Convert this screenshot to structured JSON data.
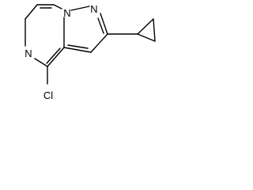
{
  "structure": {
    "atoms": [
      {
        "id": "N1",
        "label": "N"
      },
      {
        "id": "N2",
        "label": "N"
      },
      {
        "id": "N5",
        "label": "N"
      },
      {
        "id": "Cl",
        "label": "Cl"
      }
    ]
  },
  "colors": {
    "bond": "#000000",
    "label": "#000000",
    "background": "#ffffff"
  }
}
